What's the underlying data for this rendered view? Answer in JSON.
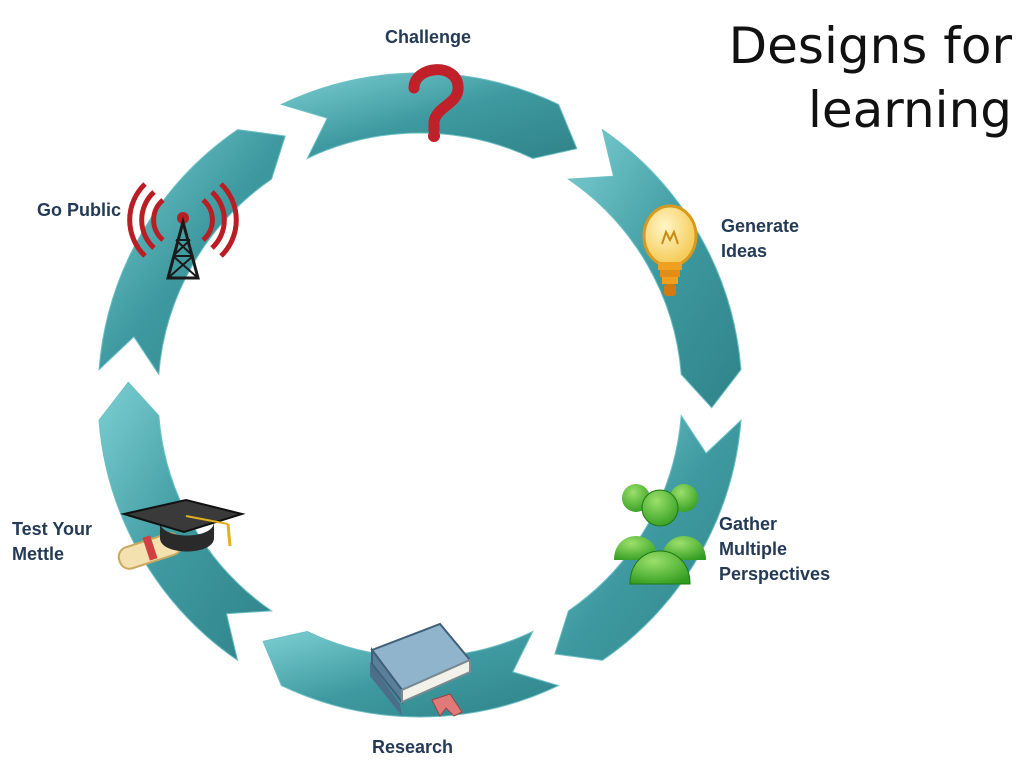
{
  "title": {
    "line1": "Designs for",
    "line2": "learning"
  },
  "stages": [
    {
      "id": "challenge",
      "lines": [
        "Challenge"
      ],
      "icon": "question-mark-icon"
    },
    {
      "id": "generate",
      "lines": [
        "Generate",
        "Ideas"
      ],
      "icon": "lightbulb-icon"
    },
    {
      "id": "gather",
      "lines": [
        "Gather",
        "Multiple",
        "Perspectives"
      ],
      "icon": "people-group-icon"
    },
    {
      "id": "research",
      "lines": [
        "Research"
      ],
      "icon": "book-icon"
    },
    {
      "id": "test",
      "lines": [
        "Test Your",
        "Mettle"
      ],
      "icon": "graduation-cap-icon"
    },
    {
      "id": "public",
      "lines": [
        "Go Public"
      ],
      "icon": "broadcast-tower-icon"
    }
  ],
  "colors": {
    "ring": "#3e9aa0",
    "ring_light": "#6cc0c4",
    "label": "#243a55"
  }
}
